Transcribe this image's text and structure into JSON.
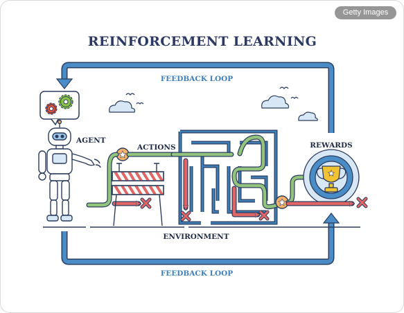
{
  "diagram": {
    "title": "REINFORCEMENT LEARNING",
    "labels": {
      "agent": "AGENT",
      "actions": "ACTIONS",
      "rewards": "REWARDS",
      "environment": "ENVIRONMENT",
      "feedback_top": "FEEDBACK LOOP",
      "feedback_bottom": "FEEDBACK LOOP"
    },
    "watermark": "Getty Images"
  },
  "colors": {
    "loop_blue": "#3f7fb8",
    "outline": "#2b3c5e",
    "path_green": "#93c47d",
    "path_red": "#e06666",
    "accent_orange": "#f6b26b",
    "gear_red": "#e0533d",
    "gear_green": "#8bc34a",
    "trophy_gold": "#f1c232",
    "target_blue": "#9fc5e8"
  },
  "icons": [
    "gear-icon",
    "robot-icon",
    "barrier-icon",
    "maze-icon",
    "trophy-icon",
    "cloud-icon",
    "bird-icon"
  ]
}
